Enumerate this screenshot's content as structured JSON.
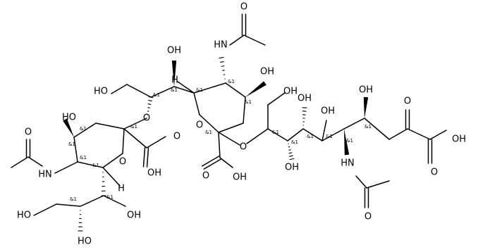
{
  "diagram": {
    "labels": {
      "oh": "OH",
      "ho": "HO",
      "o": "O",
      "hn": "HN",
      "h": "H",
      "amp1": "&1"
    }
  }
}
